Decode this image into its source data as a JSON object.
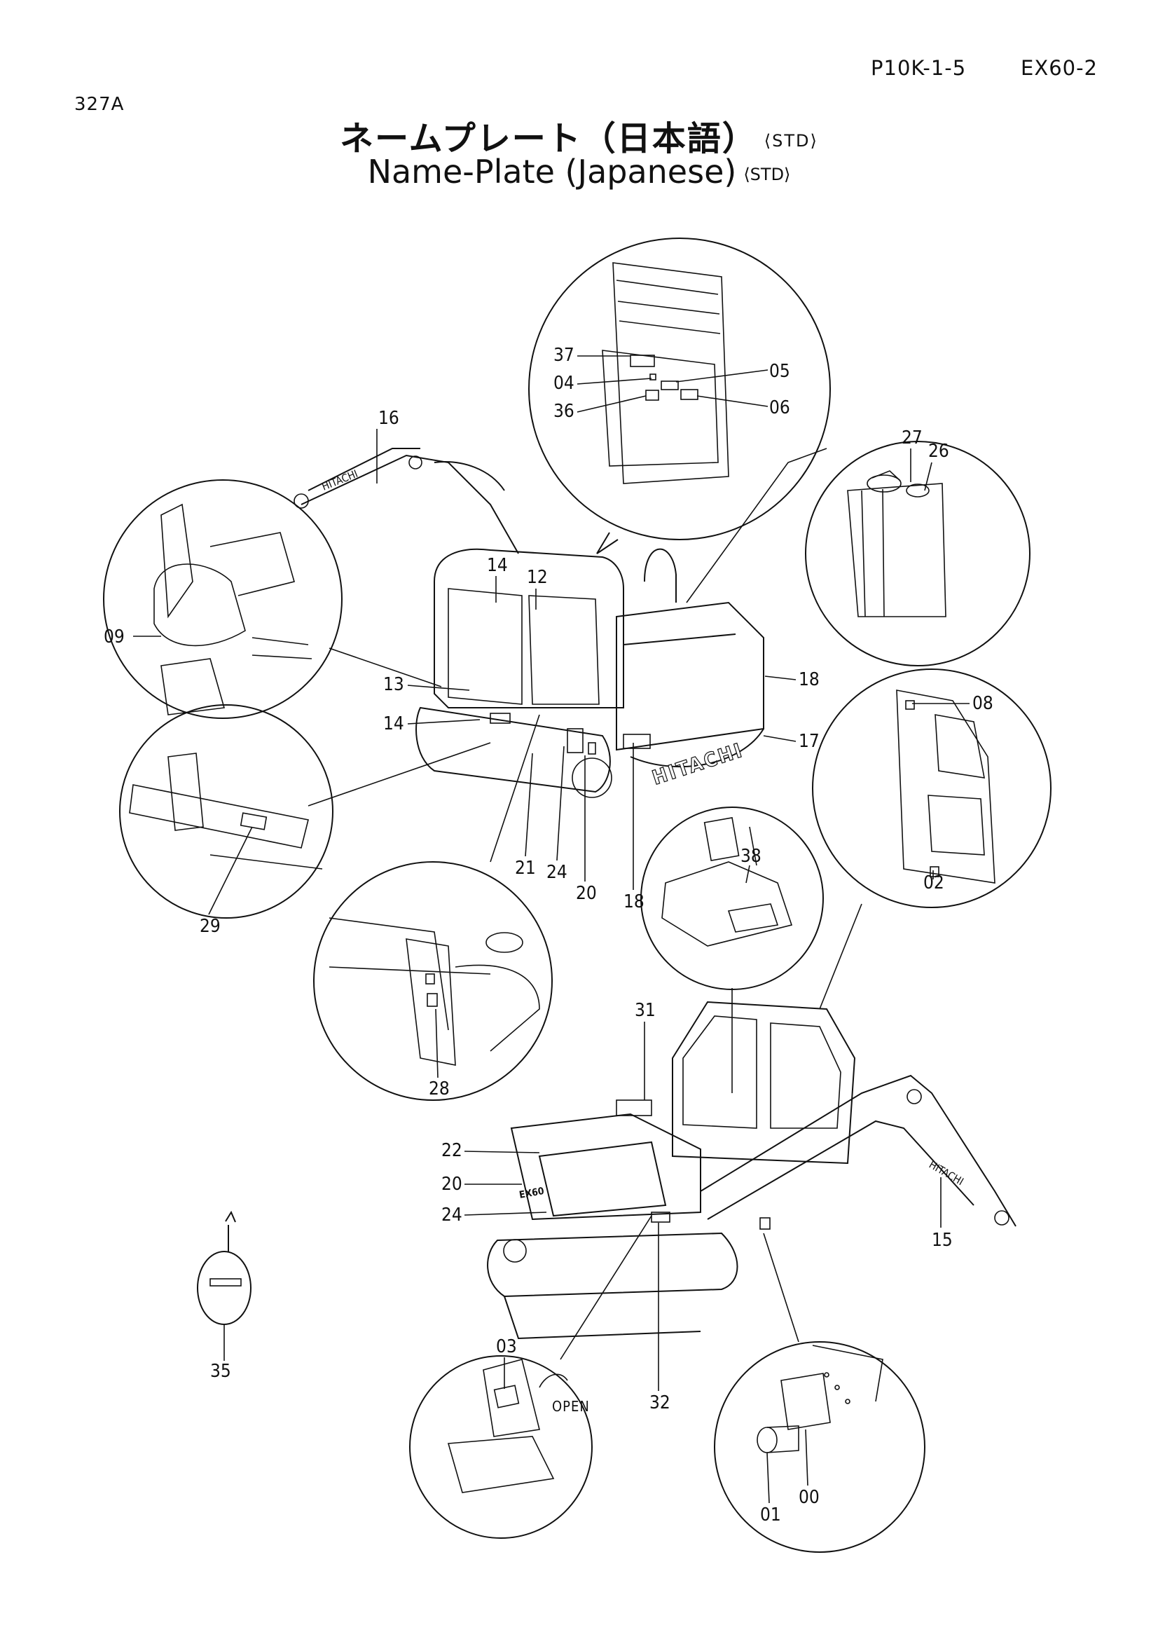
{
  "header": {
    "page_code": "P10K-1-5",
    "model": "EX60-2",
    "figure_no": "327A"
  },
  "title": {
    "japanese": "ネームプレート（日本語）",
    "english": "Name-Plate (Japanese)",
    "variant": "⟨STD⟩"
  },
  "machine_text": {
    "brand": "HITACHI",
    "model_decal": "EX60",
    "open_label": "OPEN"
  },
  "callouts": {
    "c16": "16",
    "c37": "37",
    "c04": "04",
    "c36": "36",
    "c05": "05",
    "c06": "06",
    "c27": "27",
    "c26": "26",
    "c14a": "14",
    "c12": "12",
    "c09": "09",
    "c13": "13",
    "c14b": "14",
    "c18a": "18",
    "c17": "17",
    "c18b": "18",
    "c21": "21",
    "c24a": "24",
    "c20a": "20",
    "c08": "08",
    "c02": "02",
    "c38": "38",
    "c29": "29",
    "c28": "28",
    "c31": "31",
    "c22": "22",
    "c20b": "20",
    "c24b": "24",
    "c15": "15",
    "c35": "35",
    "c03": "03",
    "c32": "32",
    "c01": "01",
    "c00": "00"
  }
}
